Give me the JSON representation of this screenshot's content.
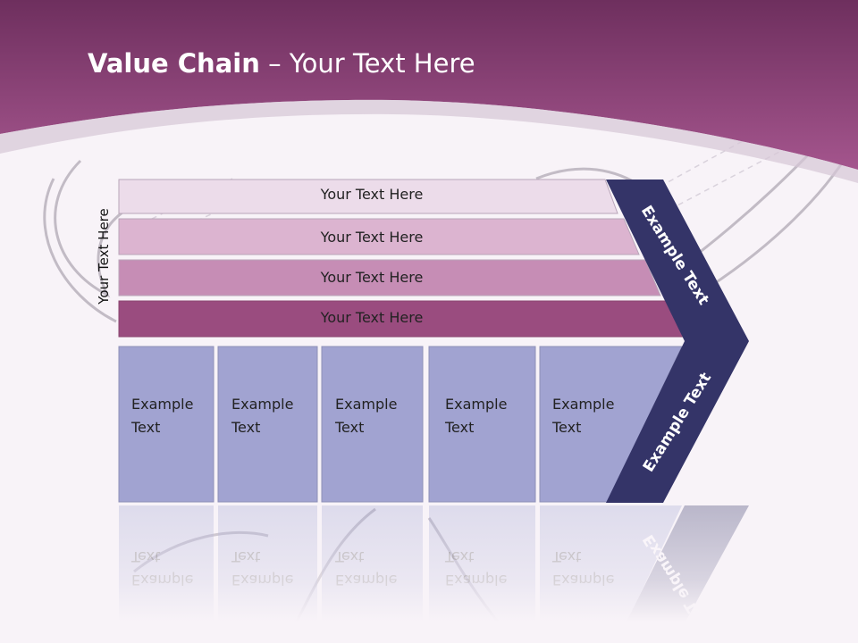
{
  "title": {
    "bold": "Value Chain",
    "rest": " – Your Text Here"
  },
  "side_label": "Your Text Here",
  "bars": [
    {
      "label": "Your Text Here",
      "color": "#ecdcea"
    },
    {
      "label": "Your Text Here",
      "color": "#dcb4d0"
    },
    {
      "label": "Your Text Here",
      "color": "#c68db5"
    },
    {
      "label": "Your Text Here",
      "color": "#9a4c7f"
    }
  ],
  "boxes": [
    {
      "line1": "Example",
      "line2": "Text"
    },
    {
      "line1": "Example",
      "line2": "Text"
    },
    {
      "line1": "Example",
      "line2": "Text"
    },
    {
      "line1": "Example",
      "line2": "Text"
    },
    {
      "line1": "Example",
      "line2": "Text"
    }
  ],
  "chevron": {
    "upper_label": "Example Text",
    "lower_label": "Example Text"
  },
  "colors": {
    "header": "#8c3f73",
    "box_fill": "#a1a3d1",
    "chevron_fill": "#343468",
    "background": "#f8f3f8"
  }
}
